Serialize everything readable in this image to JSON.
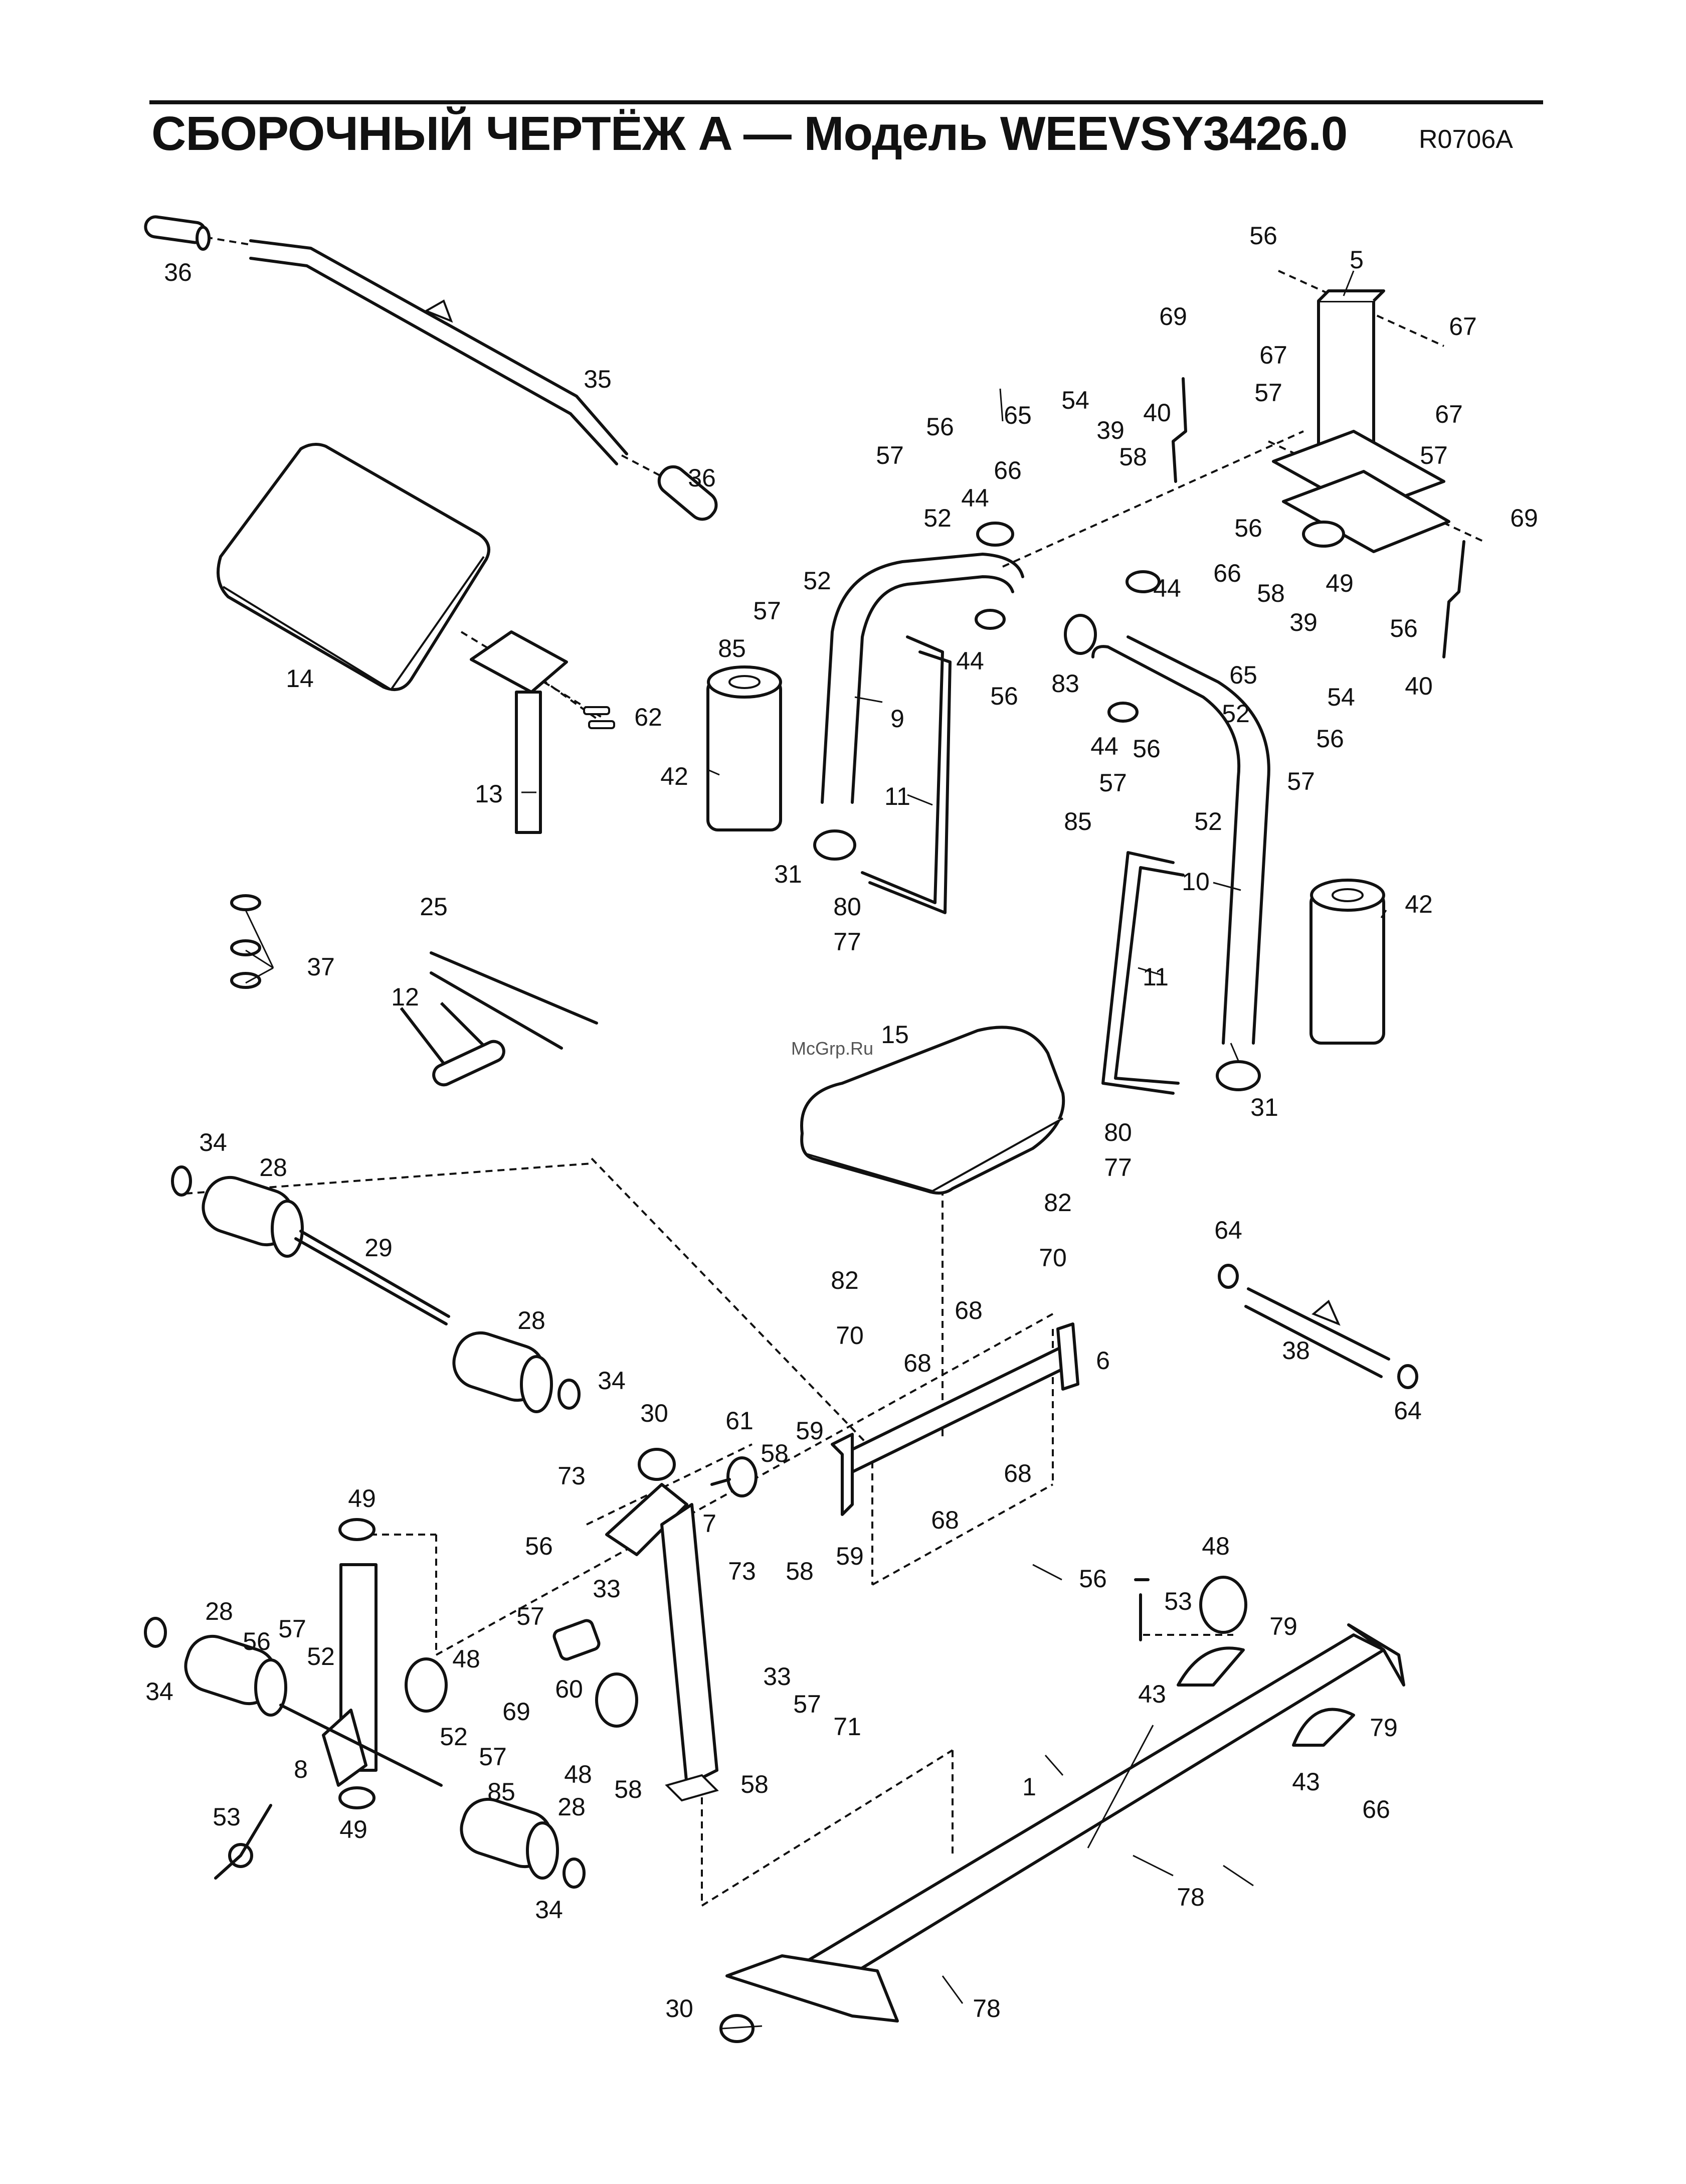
{
  "header": {
    "title": "СБОРОЧНЫЙ ЧЕРТЁЖ A — Модель WEEVSY3426.0",
    "drawing_code": "R0706A"
  },
  "watermark": "McGrp.Ru",
  "part_numbers": {
    "p1": "1",
    "p5": "5",
    "p6": "6",
    "p7": "7",
    "p8": "8",
    "p9": "9",
    "p10": "10",
    "p11": "11",
    "p12": "12",
    "p13": "13",
    "p14": "14",
    "p15": "15",
    "p25": "25",
    "p28": "28",
    "p29": "29",
    "p30": "30",
    "p31": "31",
    "p33": "33",
    "p34": "34",
    "p35": "35",
    "p36": "36",
    "p37": "37",
    "p38": "38",
    "p39": "39",
    "p40": "40",
    "p42": "42",
    "p43": "43",
    "p44": "44",
    "p48": "48",
    "p49": "49",
    "p52": "52",
    "p53": "53",
    "p54": "54",
    "p56": "56",
    "p57": "57",
    "p58": "58",
    "p59": "59",
    "p60": "60",
    "p61": "61",
    "p62": "62",
    "p64": "64",
    "p65": "65",
    "p66": "66",
    "p67": "67",
    "p68": "68",
    "p69": "69",
    "p70": "70",
    "p71": "71",
    "p73": "73",
    "p77": "77",
    "p78": "78",
    "p79": "79",
    "p80": "80",
    "p82": "82",
    "p83": "83",
    "p85": "85"
  }
}
